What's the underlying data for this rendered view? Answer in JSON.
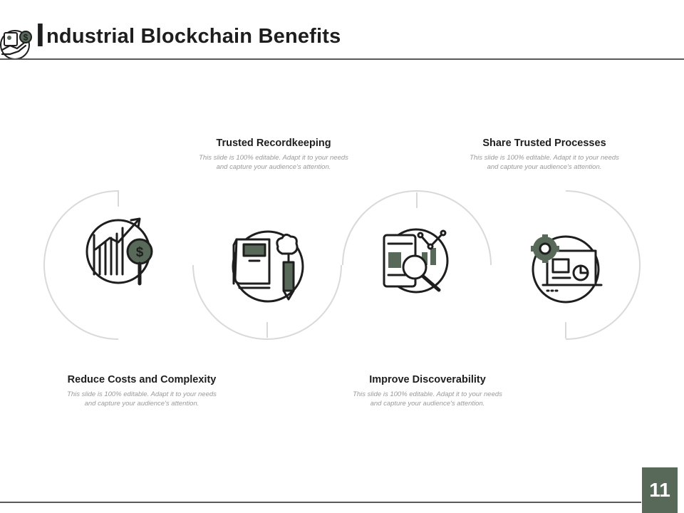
{
  "header": {
    "title_initial": "I",
    "title_rest": "ndustrial Blockchain Benefits",
    "icon": "hand-money-icon"
  },
  "benefits": [
    {
      "title": "Reduce Costs and Complexity",
      "desc": "This slide is 100% editable. Adapt it to your needs and capture your audience's attention.",
      "icon": "growth-chart-dollar-icon"
    },
    {
      "title": "Trusted Recordkeeping",
      "desc": "This slide is 100% editable. Adapt it to your needs and capture your audience's attention.",
      "icon": "book-idea-pencil-icon"
    },
    {
      "title": "Improve Discoverability",
      "desc": "This slide is 100% editable. Adapt it to your needs and capture your audience's attention.",
      "icon": "mobile-analytics-search-icon"
    },
    {
      "title": "Share Trusted Processes",
      "desc": "This slide is 100% editable. Adapt it to your needs and capture your audience's attention.",
      "icon": "gear-presentation-icon"
    }
  ],
  "colors": {
    "accent": "#58695a",
    "outline": "#1e1e1e",
    "ring": "#d9d9d9"
  },
  "footer": {
    "page_number": "11"
  }
}
